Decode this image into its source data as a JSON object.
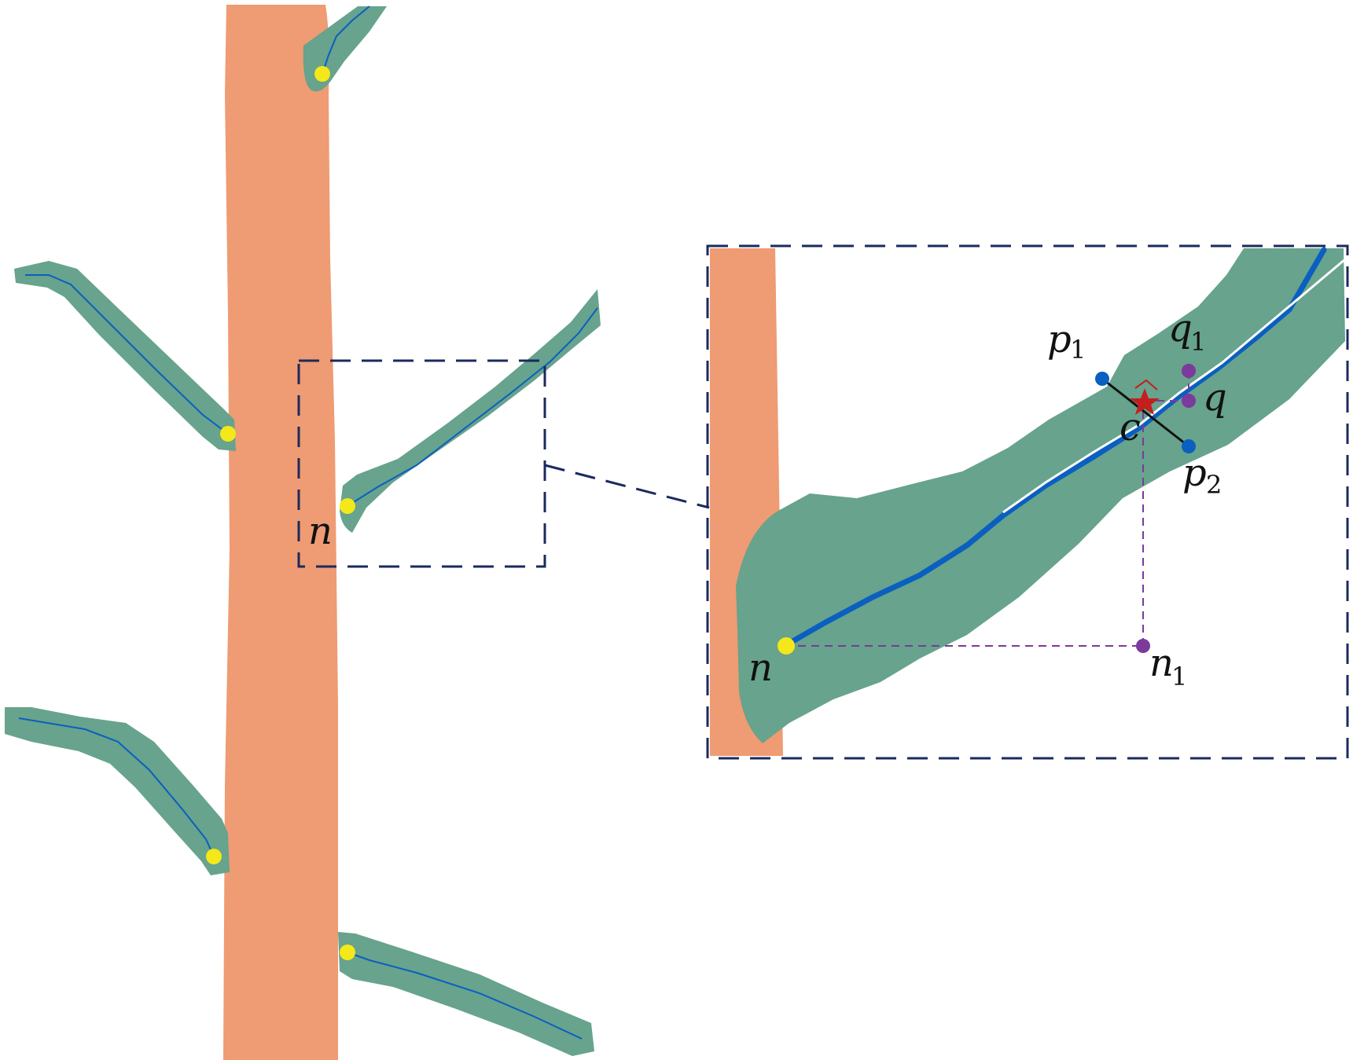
{
  "colors": {
    "stem": "#EF9B73",
    "branch": "#67A38D",
    "skeleton": "#0A5FC0",
    "endpoint": "#F4E81A",
    "box": "#1B2A5E",
    "perpendicular": "#111111",
    "edge_point": "#0A5FC0",
    "aux_point": "#7B3A9C",
    "centroid": "#C41E1E"
  },
  "labels": {
    "n_left": "n",
    "p1": {
      "base": "p",
      "sub": "1"
    },
    "p2": {
      "base": "p",
      "sub": "2"
    },
    "q1": {
      "base": "q",
      "sub": "1"
    },
    "q": "q",
    "c": "c",
    "n_zoom": "n",
    "n1": {
      "base": "n",
      "sub": "1"
    }
  }
}
